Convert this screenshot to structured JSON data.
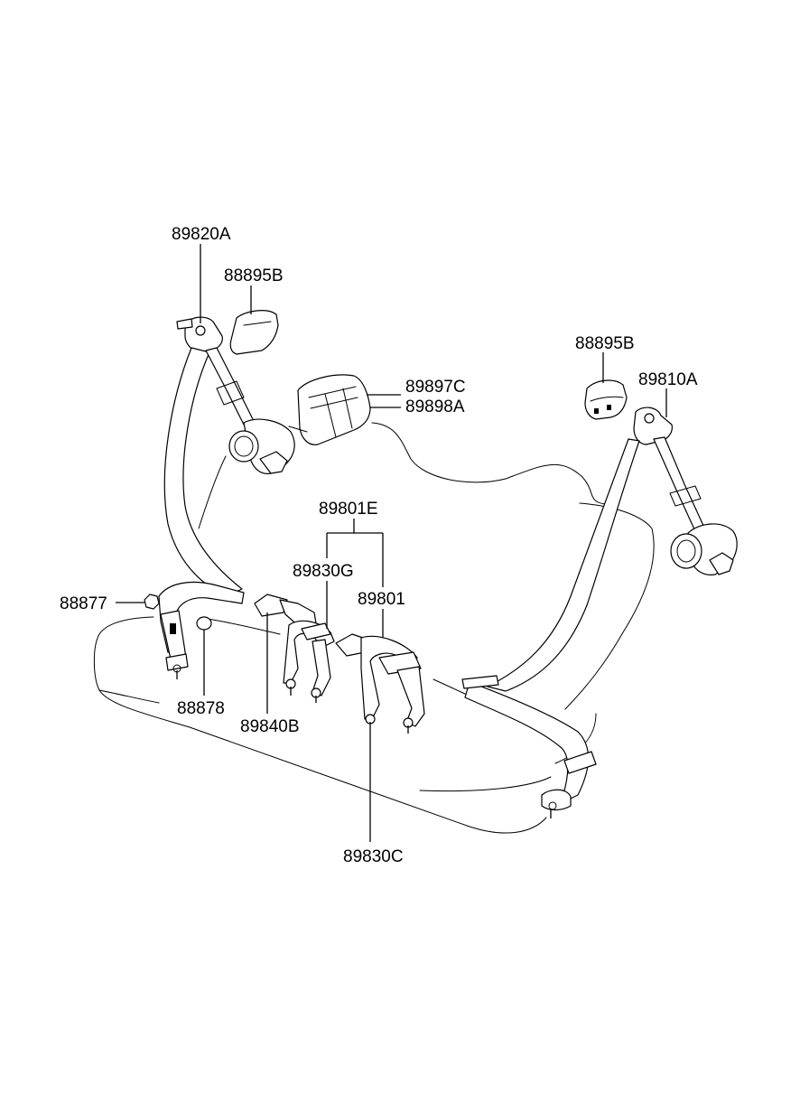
{
  "labels": {
    "p89820A": "89820A",
    "p88895B_left": "88895B",
    "p88895B_right": "88895B",
    "p89810A": "89810A",
    "p89897C": "89897C",
    "p89898A": "89898A",
    "p89801E": "89801E",
    "p89830G": "89830G",
    "p89801": "89801",
    "p88877": "88877",
    "p88878": "88878",
    "p89840B": "89840B",
    "p89830C": "89830C"
  },
  "colors": {
    "line": "#000000",
    "background": "#ffffff"
  }
}
